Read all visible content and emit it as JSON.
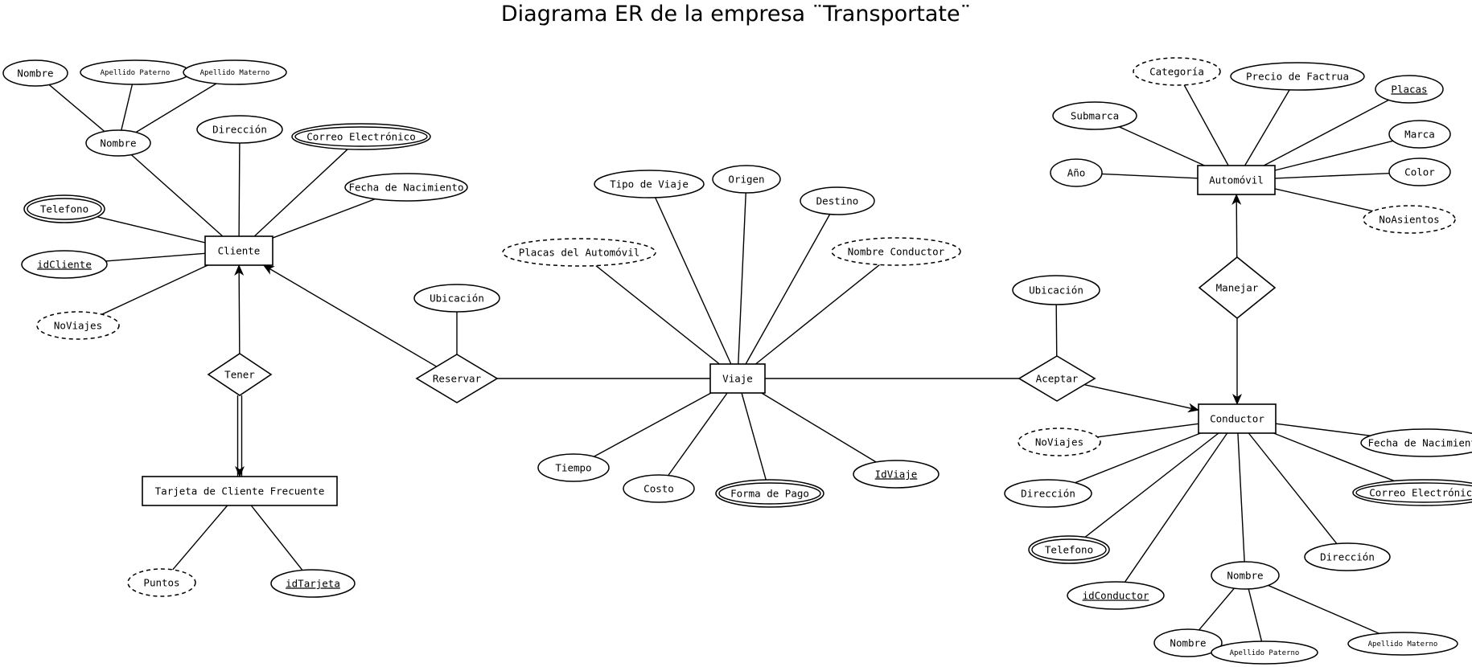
{
  "title": "Diagrama ER de la empresa ¨Transportate¨",
  "entities": [
    {
      "id": "cliente",
      "label": "Cliente"
    },
    {
      "id": "tarjeta",
      "label": "Tarjeta de Cliente Frecuente"
    },
    {
      "id": "viaje",
      "label": "Viaje"
    },
    {
      "id": "automovil",
      "label": "Automóvil"
    },
    {
      "id": "conductor",
      "label": "Conductor"
    }
  ],
  "relationships": [
    {
      "id": "tener",
      "label": "Tener"
    },
    {
      "id": "reservar",
      "label": "Reservar"
    },
    {
      "id": "aceptar",
      "label": "Aceptar"
    },
    {
      "id": "manejar",
      "label": "Manejar"
    }
  ],
  "attributes": [
    {
      "id": "c_nombre",
      "label": "Nombre",
      "kind": "normal"
    },
    {
      "id": "c_nombre_n",
      "label": "Nombre",
      "kind": "normal"
    },
    {
      "id": "c_ap_pat",
      "label": "Apellido Paterno",
      "kind": "normal"
    },
    {
      "id": "c_ap_mat",
      "label": "Apellido Materno",
      "kind": "normal"
    },
    {
      "id": "c_direccion",
      "label": "Dirección",
      "kind": "normal"
    },
    {
      "id": "c_correo",
      "label": "Correo Electrónico",
      "kind": "multivalued"
    },
    {
      "id": "c_fecha",
      "label": "Fecha de Nacimiento",
      "kind": "normal"
    },
    {
      "id": "c_telefono",
      "label": "Telefono",
      "kind": "multivalued"
    },
    {
      "id": "c_id",
      "label": "idCliente",
      "kind": "key"
    },
    {
      "id": "c_noviajes",
      "label": "NoViajes",
      "kind": "derived"
    },
    {
      "id": "t_puntos",
      "label": "Puntos",
      "kind": "derived"
    },
    {
      "id": "t_id",
      "label": "idTarjeta",
      "kind": "key"
    },
    {
      "id": "r_ubicacion",
      "label": "Ubicación",
      "kind": "normal"
    },
    {
      "id": "v_tipo",
      "label": "Tipo de Viaje",
      "kind": "normal"
    },
    {
      "id": "v_origen",
      "label": "Origen",
      "kind": "normal"
    },
    {
      "id": "v_destino",
      "label": "Destino",
      "kind": "normal"
    },
    {
      "id": "v_placas",
      "label": "Placas del Automóvil",
      "kind": "derived"
    },
    {
      "id": "v_conductor",
      "label": "Nombre Conductor",
      "kind": "derived"
    },
    {
      "id": "v_tiempo",
      "label": "Tiempo",
      "kind": "normal"
    },
    {
      "id": "v_costo",
      "label": "Costo",
      "kind": "normal"
    },
    {
      "id": "v_pago",
      "label": "Forma de Pago",
      "kind": "multivalued"
    },
    {
      "id": "v_id",
      "label": "IdViaje",
      "kind": "key"
    },
    {
      "id": "a_ubicacion",
      "label": "Ubicación",
      "kind": "normal"
    },
    {
      "id": "au_categoria",
      "label": "Categoría",
      "kind": "derived"
    },
    {
      "id": "au_precio",
      "label": "Precio de Factrua",
      "kind": "normal"
    },
    {
      "id": "au_placas",
      "label": "Placas",
      "kind": "key"
    },
    {
      "id": "au_submarca",
      "label": "Submarca",
      "kind": "normal"
    },
    {
      "id": "au_marca",
      "label": "Marca",
      "kind": "normal"
    },
    {
      "id": "au_anio",
      "label": "Año",
      "kind": "normal"
    },
    {
      "id": "au_color",
      "label": "Color",
      "kind": "normal"
    },
    {
      "id": "au_asientos",
      "label": "NoAsientos",
      "kind": "derived"
    },
    {
      "id": "co_noviajes",
      "label": "NoViajes",
      "kind": "derived"
    },
    {
      "id": "co_fecha",
      "label": "Fecha de Nacimiento",
      "kind": "normal"
    },
    {
      "id": "co_direccion1",
      "label": "Dirección",
      "kind": "normal"
    },
    {
      "id": "co_correo",
      "label": "Correo Electrónico",
      "kind": "multivalued"
    },
    {
      "id": "co_telefono",
      "label": "Telefono",
      "kind": "multivalued"
    },
    {
      "id": "co_direccion2",
      "label": "Dirección",
      "kind": "normal"
    },
    {
      "id": "co_id",
      "label": "idConductor",
      "kind": "key"
    },
    {
      "id": "co_nombre",
      "label": "Nombre",
      "kind": "normal"
    },
    {
      "id": "co_nombre_n",
      "label": "Nombre",
      "kind": "normal"
    },
    {
      "id": "co_ap_pat",
      "label": "Apellido Paterno",
      "kind": "normal"
    },
    {
      "id": "co_ap_mat",
      "label": "Apellido Materno",
      "kind": "normal"
    }
  ]
}
